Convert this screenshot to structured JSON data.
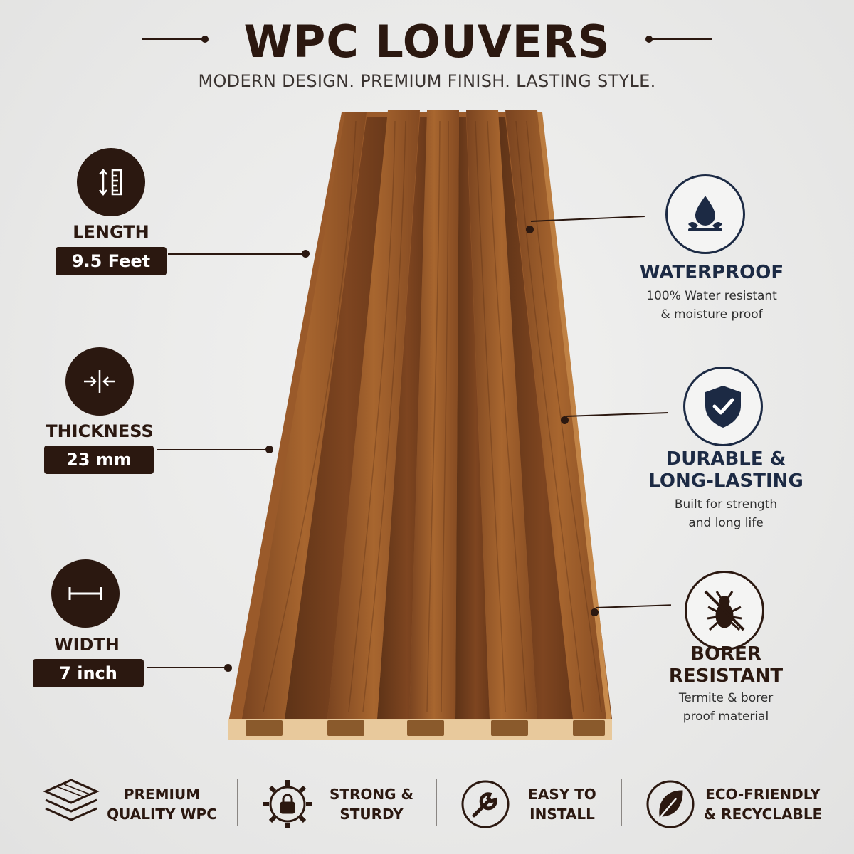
{
  "header": {
    "title": "WPC LOUVERS",
    "subtitle": "MODERN DESIGN. PREMIUM FINISH. LASTING STYLE."
  },
  "specs": [
    {
      "label": "LENGTH",
      "value": "9.5 Feet",
      "icon": "length-ruler-icon"
    },
    {
      "label": "THICKNESS",
      "value": "23 mm",
      "icon": "thickness-arrows-icon"
    },
    {
      "label": "WIDTH",
      "value": "7 inch",
      "icon": "width-measure-icon"
    }
  ],
  "features": [
    {
      "title_line1": "WATERPROOF",
      "title_line2": "",
      "desc_line1": "100% Water resistant",
      "desc_line2": "& moisture proof",
      "icon": "water-drop-icon"
    },
    {
      "title_line1": "DURABLE &",
      "title_line2": "LONG-LASTING",
      "desc_line1": "Built for strength",
      "desc_line2": "and long life",
      "icon": "shield-check-icon"
    },
    {
      "title_line1": "BORER",
      "title_line2": "RESISTANT",
      "desc_line1": "Termite & borer",
      "desc_line2": "proof material",
      "icon": "no-bug-icon"
    }
  ],
  "bottom": [
    {
      "line1": "PREMIUM",
      "line2": "QUALITY WPC",
      "icon": "layers-icon"
    },
    {
      "line1": "STRONG &",
      "line2": "STURDY",
      "icon": "gear-lock-icon"
    },
    {
      "line1": "EASY TO",
      "line2": "INSTALL",
      "icon": "wrench-icon"
    },
    {
      "line1": "ECO-FRIENDLY",
      "line2": "& RECYCLABLE",
      "icon": "leaf-icon"
    }
  ],
  "colors": {
    "brown": "#2b1810",
    "navy": "#1c2a44",
    "wood": "#9a5a2a"
  }
}
